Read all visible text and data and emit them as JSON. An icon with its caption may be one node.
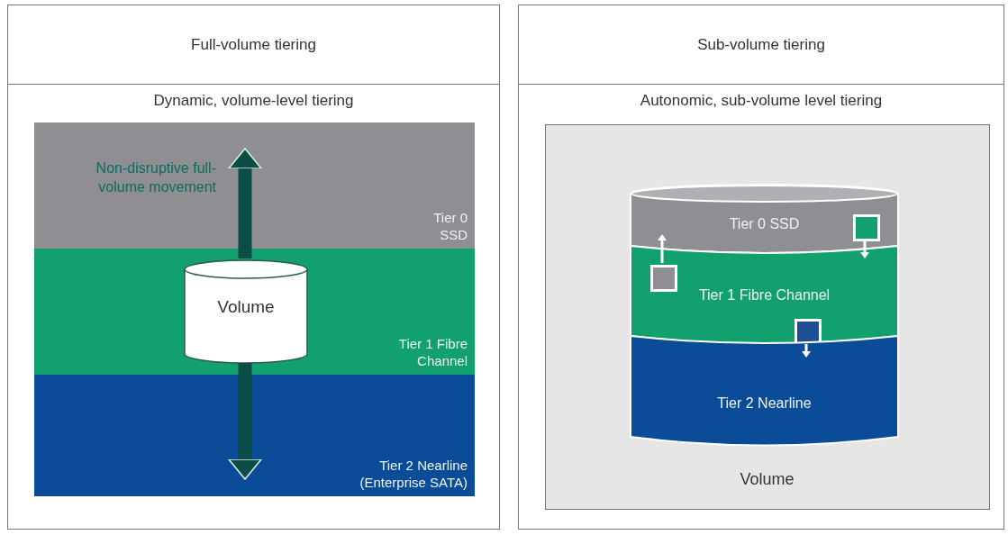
{
  "diagram": {
    "nodes": [
      {
        "text": [
          "Full-volume tiering",
          "Dynamic, volume-level tiering"
        ]
      },
      {
        "text": [
          "Tier 0 SSD"
        ],
        "in": 0
      },
      {
        "text": [
          "Tier 1 Fibre Channel"
        ],
        "in": 0
      },
      {
        "text": [
          "Tier 2 Nearline (Enterprise SATA)"
        ],
        "in": 0
      },
      {
        "text": [
          "Volume"
        ],
        "in": 2
      },
      {
        "text": [
          "Sub-volume tiering",
          "Autonomic, sub-volume level tiering"
        ]
      },
      {
        "text": [
          "Volume"
        ],
        "in": 5
      },
      {
        "text": [
          "Tier 0 SSD"
        ],
        "in": 6
      },
      {
        "text": [
          "Tier 1 Fibre Channel"
        ],
        "in": 6
      },
      {
        "text": [
          "Tier 2 Nearline"
        ],
        "in": 6
      },
      {
        "text": [],
        "shape": "box",
        "in": 7
      },
      {
        "text": [],
        "shape": "box",
        "in": 8
      },
      {
        "text": [],
        "shape": "box",
        "in": 8
      }
    ],
    "edges": [
      {
        "from": 4,
        "to": 1,
        "arrow": "to",
        "label": "Non-disruptive full-volume movement",
        "style": "thick",
        "color": "#0d4d47"
      },
      {
        "from": 4,
        "to": 3,
        "arrow": "to",
        "style": "thick",
        "color": "#0d4d47"
      },
      {
        "from": 10,
        "to": 8,
        "arrow": "to"
      },
      {
        "from": 11,
        "to": 7,
        "arrow": "to"
      },
      {
        "from": 12,
        "to": 9,
        "arrow": "to"
      }
    ]
  }
}
